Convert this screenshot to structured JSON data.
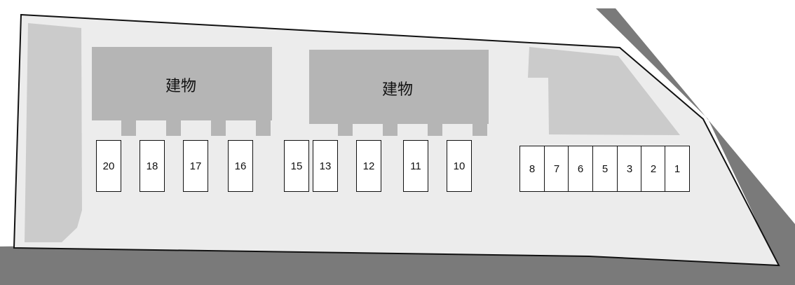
{
  "buildings": [
    {
      "label": "建物"
    },
    {
      "label": "建物"
    }
  ],
  "parking_spaces": {
    "row_left": [
      "20",
      "18",
      "17",
      "16"
    ],
    "row_middle": [
      "15",
      "13",
      "12",
      "11",
      "10"
    ],
    "row_right": [
      "8",
      "7",
      "6",
      "5",
      "3",
      "2",
      "1"
    ]
  },
  "colors": {
    "road": "#7a7a7a",
    "lot": "#ececec",
    "building": "#b5b5b5",
    "greenery_area": "#cbcbcb",
    "space": "#ffffff",
    "outline": "#111111"
  }
}
